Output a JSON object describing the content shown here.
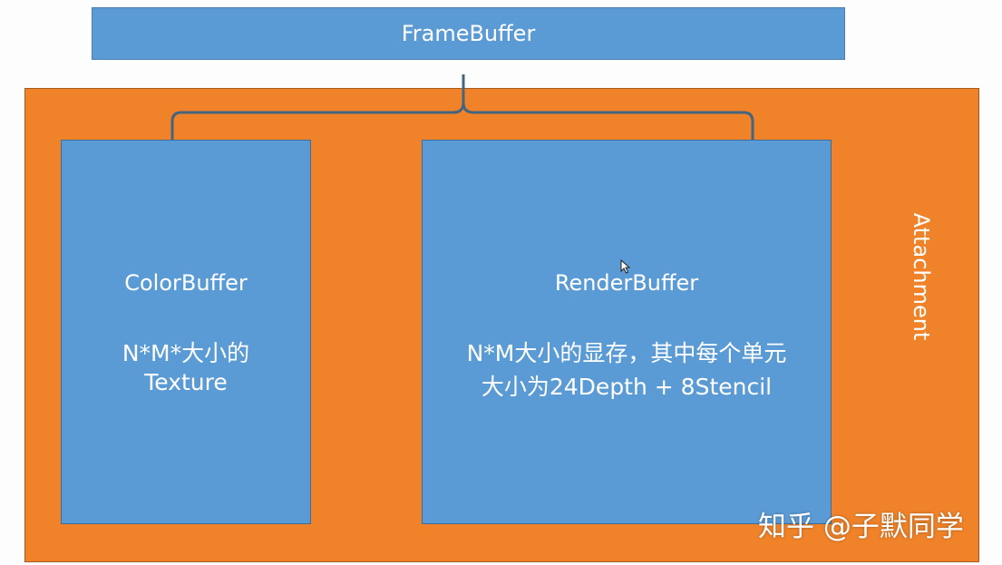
{
  "colors": {
    "box_fill": "#5b9bd5",
    "attachment_fill": "#f0832a",
    "bracket": "#45657f",
    "text": "#ffffff"
  },
  "framebuffer": {
    "label": "FrameBuffer"
  },
  "attachment": {
    "label": "Attachment"
  },
  "color_buffer": {
    "title": "ColorBuffer",
    "line1": "N*M*大小的",
    "line2": "Texture"
  },
  "render_buffer": {
    "title": "RenderBuffer",
    "line1": "N*M大小的显存，其中每个单元",
    "line2": "大小为24Depth + 8Stencil"
  },
  "watermark": {
    "text": "知乎 @子默同学"
  },
  "cursor": {
    "icon": "mouse-pointer-icon"
  }
}
